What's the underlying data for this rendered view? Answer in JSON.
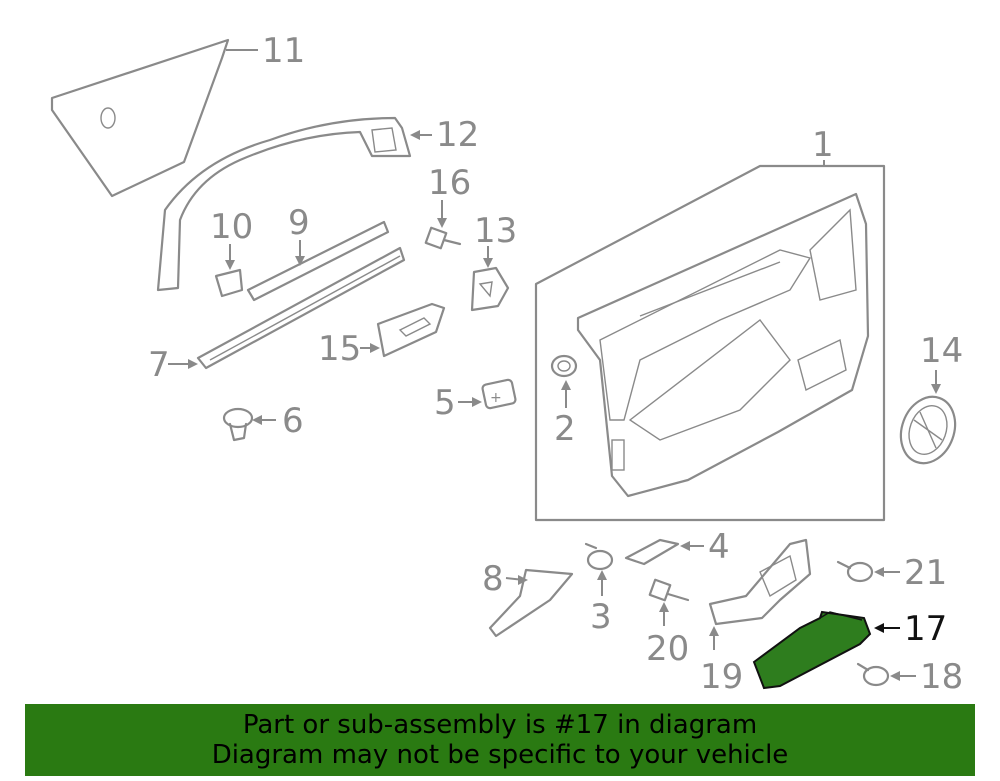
{
  "callouts": {
    "c1": "1",
    "c2": "2",
    "c3": "3",
    "c4": "4",
    "c5": "5",
    "c6": "6",
    "c7": "7",
    "c8": "8",
    "c9": "9",
    "c10": "10",
    "c11": "11",
    "c12": "12",
    "c13": "13",
    "c14": "14",
    "c15": "15",
    "c16": "16",
    "c17": "17",
    "c18": "18",
    "c19": "19",
    "c20": "20",
    "c21": "21"
  },
  "banner": {
    "line1": "Part or sub-assembly is #17 in diagram",
    "line2": "Diagram may not be specific to your vehicle"
  },
  "colors": {
    "banner_bg": "#2a7a12",
    "highlight_part": "#2e7d1e",
    "line_gray": "#8a8a8a"
  }
}
